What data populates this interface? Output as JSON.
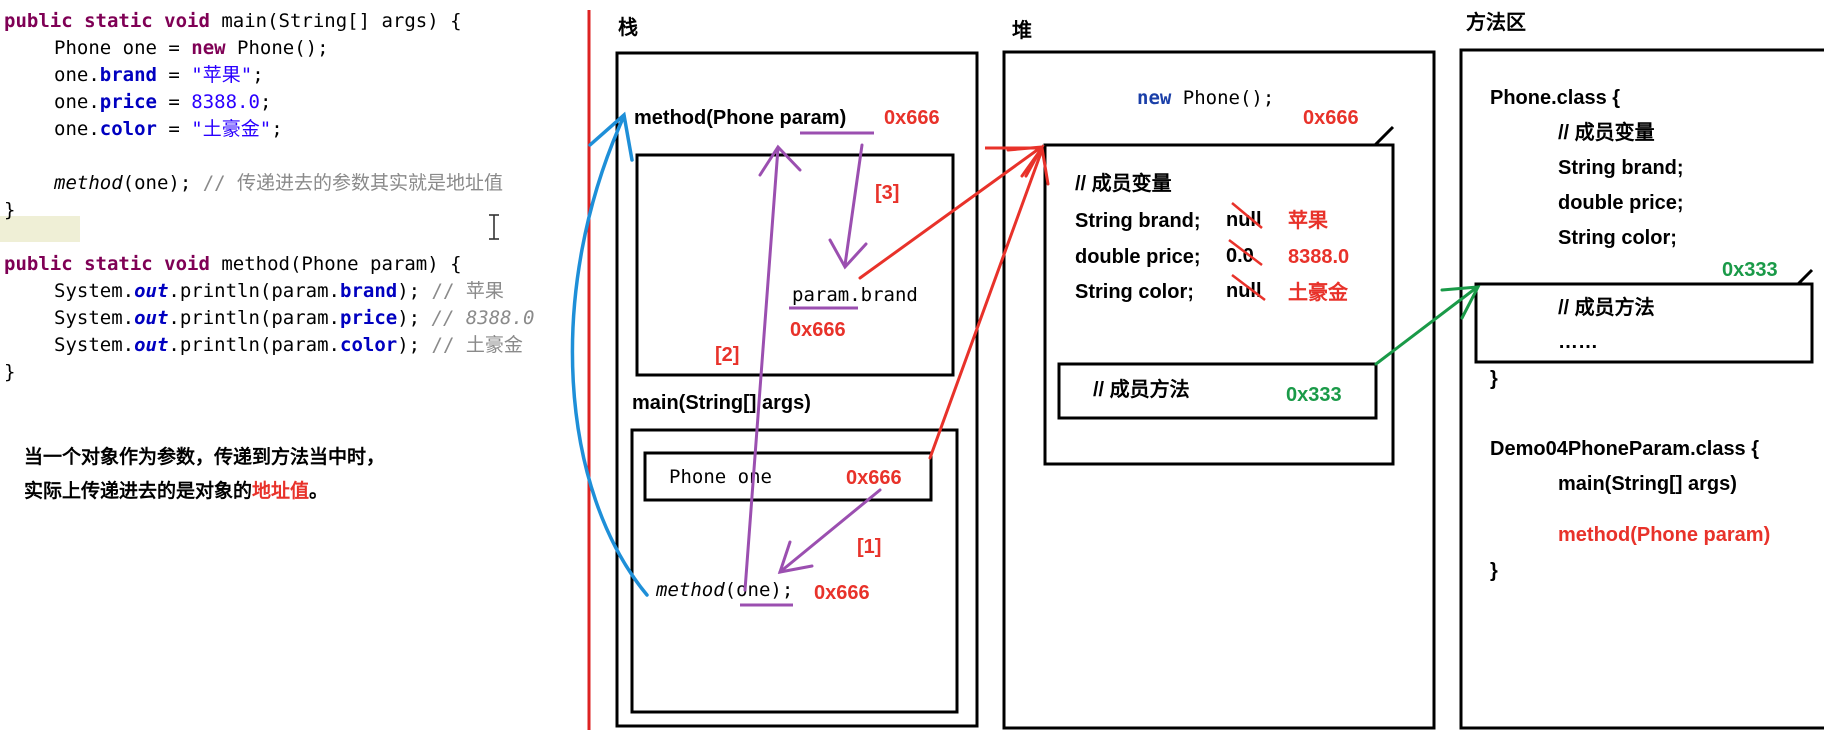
{
  "code": {
    "line1": {
      "kw": "public static void",
      "rest": " main(String[] args) {"
    },
    "line2": {
      "pre": "Phone one = ",
      "kw": "new",
      "post": " Phone();"
    },
    "line3": {
      "pre": "one.",
      "field": "brand",
      "eq": " = ",
      "str": "\"苹果\"",
      "end": ";"
    },
    "line4": {
      "pre": "one.",
      "field": "price",
      "eq": " = ",
      "num": "8388.0",
      "end": ";"
    },
    "line5": {
      "pre": "one.",
      "field": "color",
      "eq": " = ",
      "str": "\"土豪金\"",
      "end": ";"
    },
    "line6": {
      "call": "method",
      "args": "(one); ",
      "comment": "// 传递进去的参数其实就是地址值"
    },
    "line7": "}",
    "line8": {
      "kw": "public static void",
      "rest": " method(Phone param) {"
    },
    "line9": {
      "pre": "System.",
      "out": "out",
      "mid": ".println(param.",
      "field": "brand",
      "end": "); ",
      "comment": "// 苹果"
    },
    "line10": {
      "pre": "System.",
      "out": "out",
      "mid": ".println(param.",
      "field": "price",
      "end": "); ",
      "comment": "// 8388.0"
    },
    "line11": {
      "pre": "System.",
      "out": "out",
      "mid": ".println(param.",
      "field": "color",
      "end": "); ",
      "comment": "// 土豪金"
    },
    "line12": "}"
  },
  "note": {
    "line1": "当一个对象作为参数，传递到方法当中时，",
    "line2_pre": "实际上传递进去的是对象的",
    "line2_highlight": "地址值",
    "line2_post": "。"
  },
  "stack": {
    "title": "栈",
    "method_frame": {
      "label": "method(Phone param)",
      "addr": "0x666",
      "param_brand": "param.brand",
      "param_addr": "0x666"
    },
    "main_frame": {
      "label": "main(String[] args)",
      "var": "Phone one",
      "var_addr": "0x666",
      "call_name": "method",
      "call_args": "(one);",
      "call_addr": "0x666"
    },
    "steps": {
      "s1": "[1]",
      "s2": "[2]",
      "s3": "[3]"
    }
  },
  "heap": {
    "title": "堆",
    "new_kw": "new",
    "new_rest": " Phone();",
    "addr": "0x666",
    "member_vars_comment": "// 成员变量",
    "brand_label": "String brand;",
    "brand_old": "null",
    "brand_new": "苹果",
    "price_label": "double price;",
    "price_old": "0.0",
    "price_new": "8388.0",
    "color_label": "String color;",
    "color_old": "null",
    "color_new": "土豪金",
    "methods_comment": "// 成员方法",
    "methods_addr": "0x333"
  },
  "method_area": {
    "title": "方法区",
    "phone_class": "Phone.class {",
    "member_vars_comment": "// 成员变量",
    "brand": "String brand;",
    "price": "double price;",
    "color": "String color;",
    "methods_addr": "0x333",
    "methods_comment": "// 成员方法",
    "dots": "……",
    "close1": "}",
    "demo_class": "Demo04PhoneParam.class {",
    "main_sig": "main(String[] args)",
    "method_sig": "method(Phone param)",
    "close2": "}"
  },
  "colors": {
    "red": "#e8322a",
    "purple": "#9b4fb0",
    "blue": "#1e8fd8",
    "green": "#1a9a48",
    "keyword": "#7f0055",
    "string": "#2a00ff",
    "comment": "#8a8a8a",
    "field": "#0000c0",
    "divider": "#dd2222"
  }
}
